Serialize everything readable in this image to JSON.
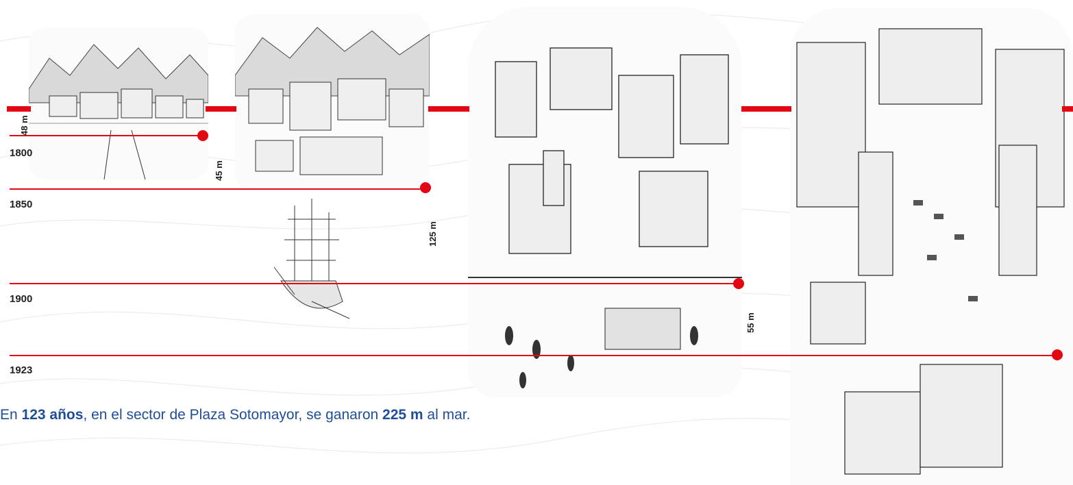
{
  "timeline": {
    "years": [
      "1800",
      "1850",
      "1900",
      "1923"
    ],
    "distances": [
      "48 m",
      "45 m",
      "125 m",
      "55 m"
    ],
    "accent_color": "#e30613"
  },
  "illustrations": [
    {
      "name": "sketch-1800"
    },
    {
      "name": "sketch-1850"
    },
    {
      "name": "sketch-1900"
    },
    {
      "name": "sketch-1923"
    }
  ],
  "caption": {
    "part1": "En ",
    "years_bold": "123 años",
    "part2": ", en el sector de Plaza Sotomayor, se ganaron ",
    "meters_bold": "225 m",
    "part3": " al mar."
  }
}
